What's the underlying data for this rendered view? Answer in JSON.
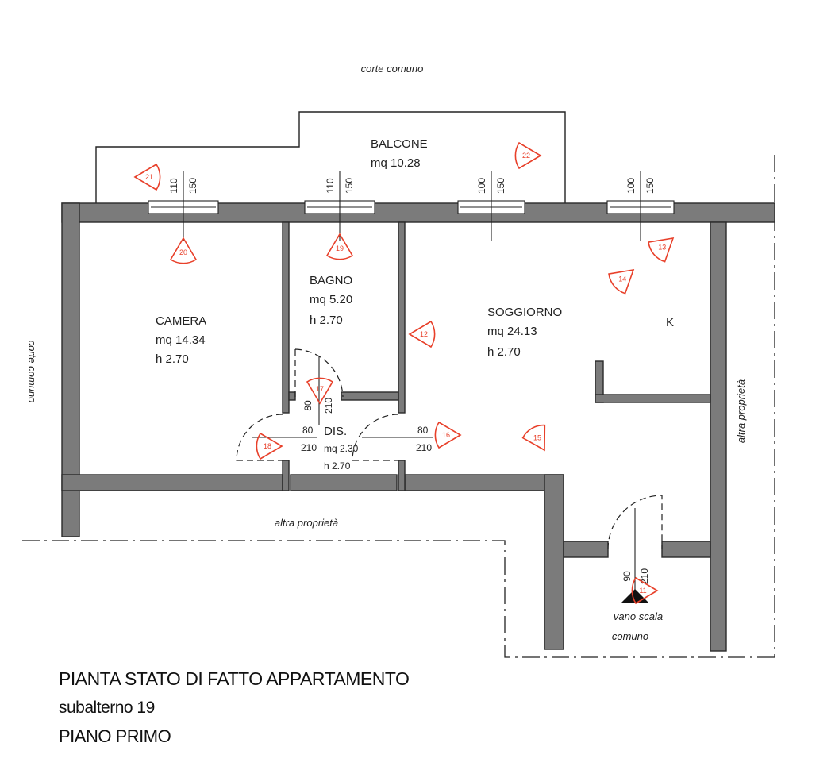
{
  "outside": {
    "corte_top": "corte comuno",
    "corte_left": "corte comuno",
    "altra_bottom": "altra proprietà",
    "altra_right": "altra proprietà"
  },
  "rooms": {
    "balcone": {
      "name": "BALCONE",
      "area": "mq 10.28"
    },
    "camera": {
      "name": "CAMERA",
      "area": "mq 14.34",
      "height": "h 2.70"
    },
    "bagno": {
      "name": "BAGNO",
      "area": "mq 5.20",
      "height": "h 2.70"
    },
    "soggiorno": {
      "name": "SOGGIORNO",
      "area": "mq 24.13",
      "height": "h 2.70"
    },
    "kitchen": {
      "name": "K"
    },
    "disimpegno": {
      "name": "DIS.",
      "area": "mq 2.30",
      "height": "h 2.70"
    },
    "vano_scala": {
      "line1": "vano scala",
      "line2": "comuno"
    }
  },
  "windows": [
    {
      "width": "110",
      "height": "150"
    },
    {
      "width": "110",
      "height": "150"
    },
    {
      "width": "100",
      "height": "150"
    },
    {
      "width": "100",
      "height": "150"
    }
  ],
  "doors": {
    "dis_left": {
      "width": "80",
      "height": "210"
    },
    "bagno": {
      "width": "80",
      "height": "210"
    },
    "soggiorno": {
      "width": "80",
      "height": "210"
    },
    "entrance": {
      "width": "90",
      "height": "210"
    }
  },
  "photo_markers": [
    "21",
    "22",
    "20",
    "19",
    "12",
    "13",
    "14",
    "17",
    "18",
    "16",
    "15",
    "11"
  ],
  "title": {
    "line1": "PIANTA STATO DI FATTO APPARTAMENTO",
    "line2": "subalterno 19",
    "line3": "PIANO PRIMO"
  },
  "colors": {
    "walls": "#7b7b7b",
    "photo_markers": "#e8402a"
  }
}
